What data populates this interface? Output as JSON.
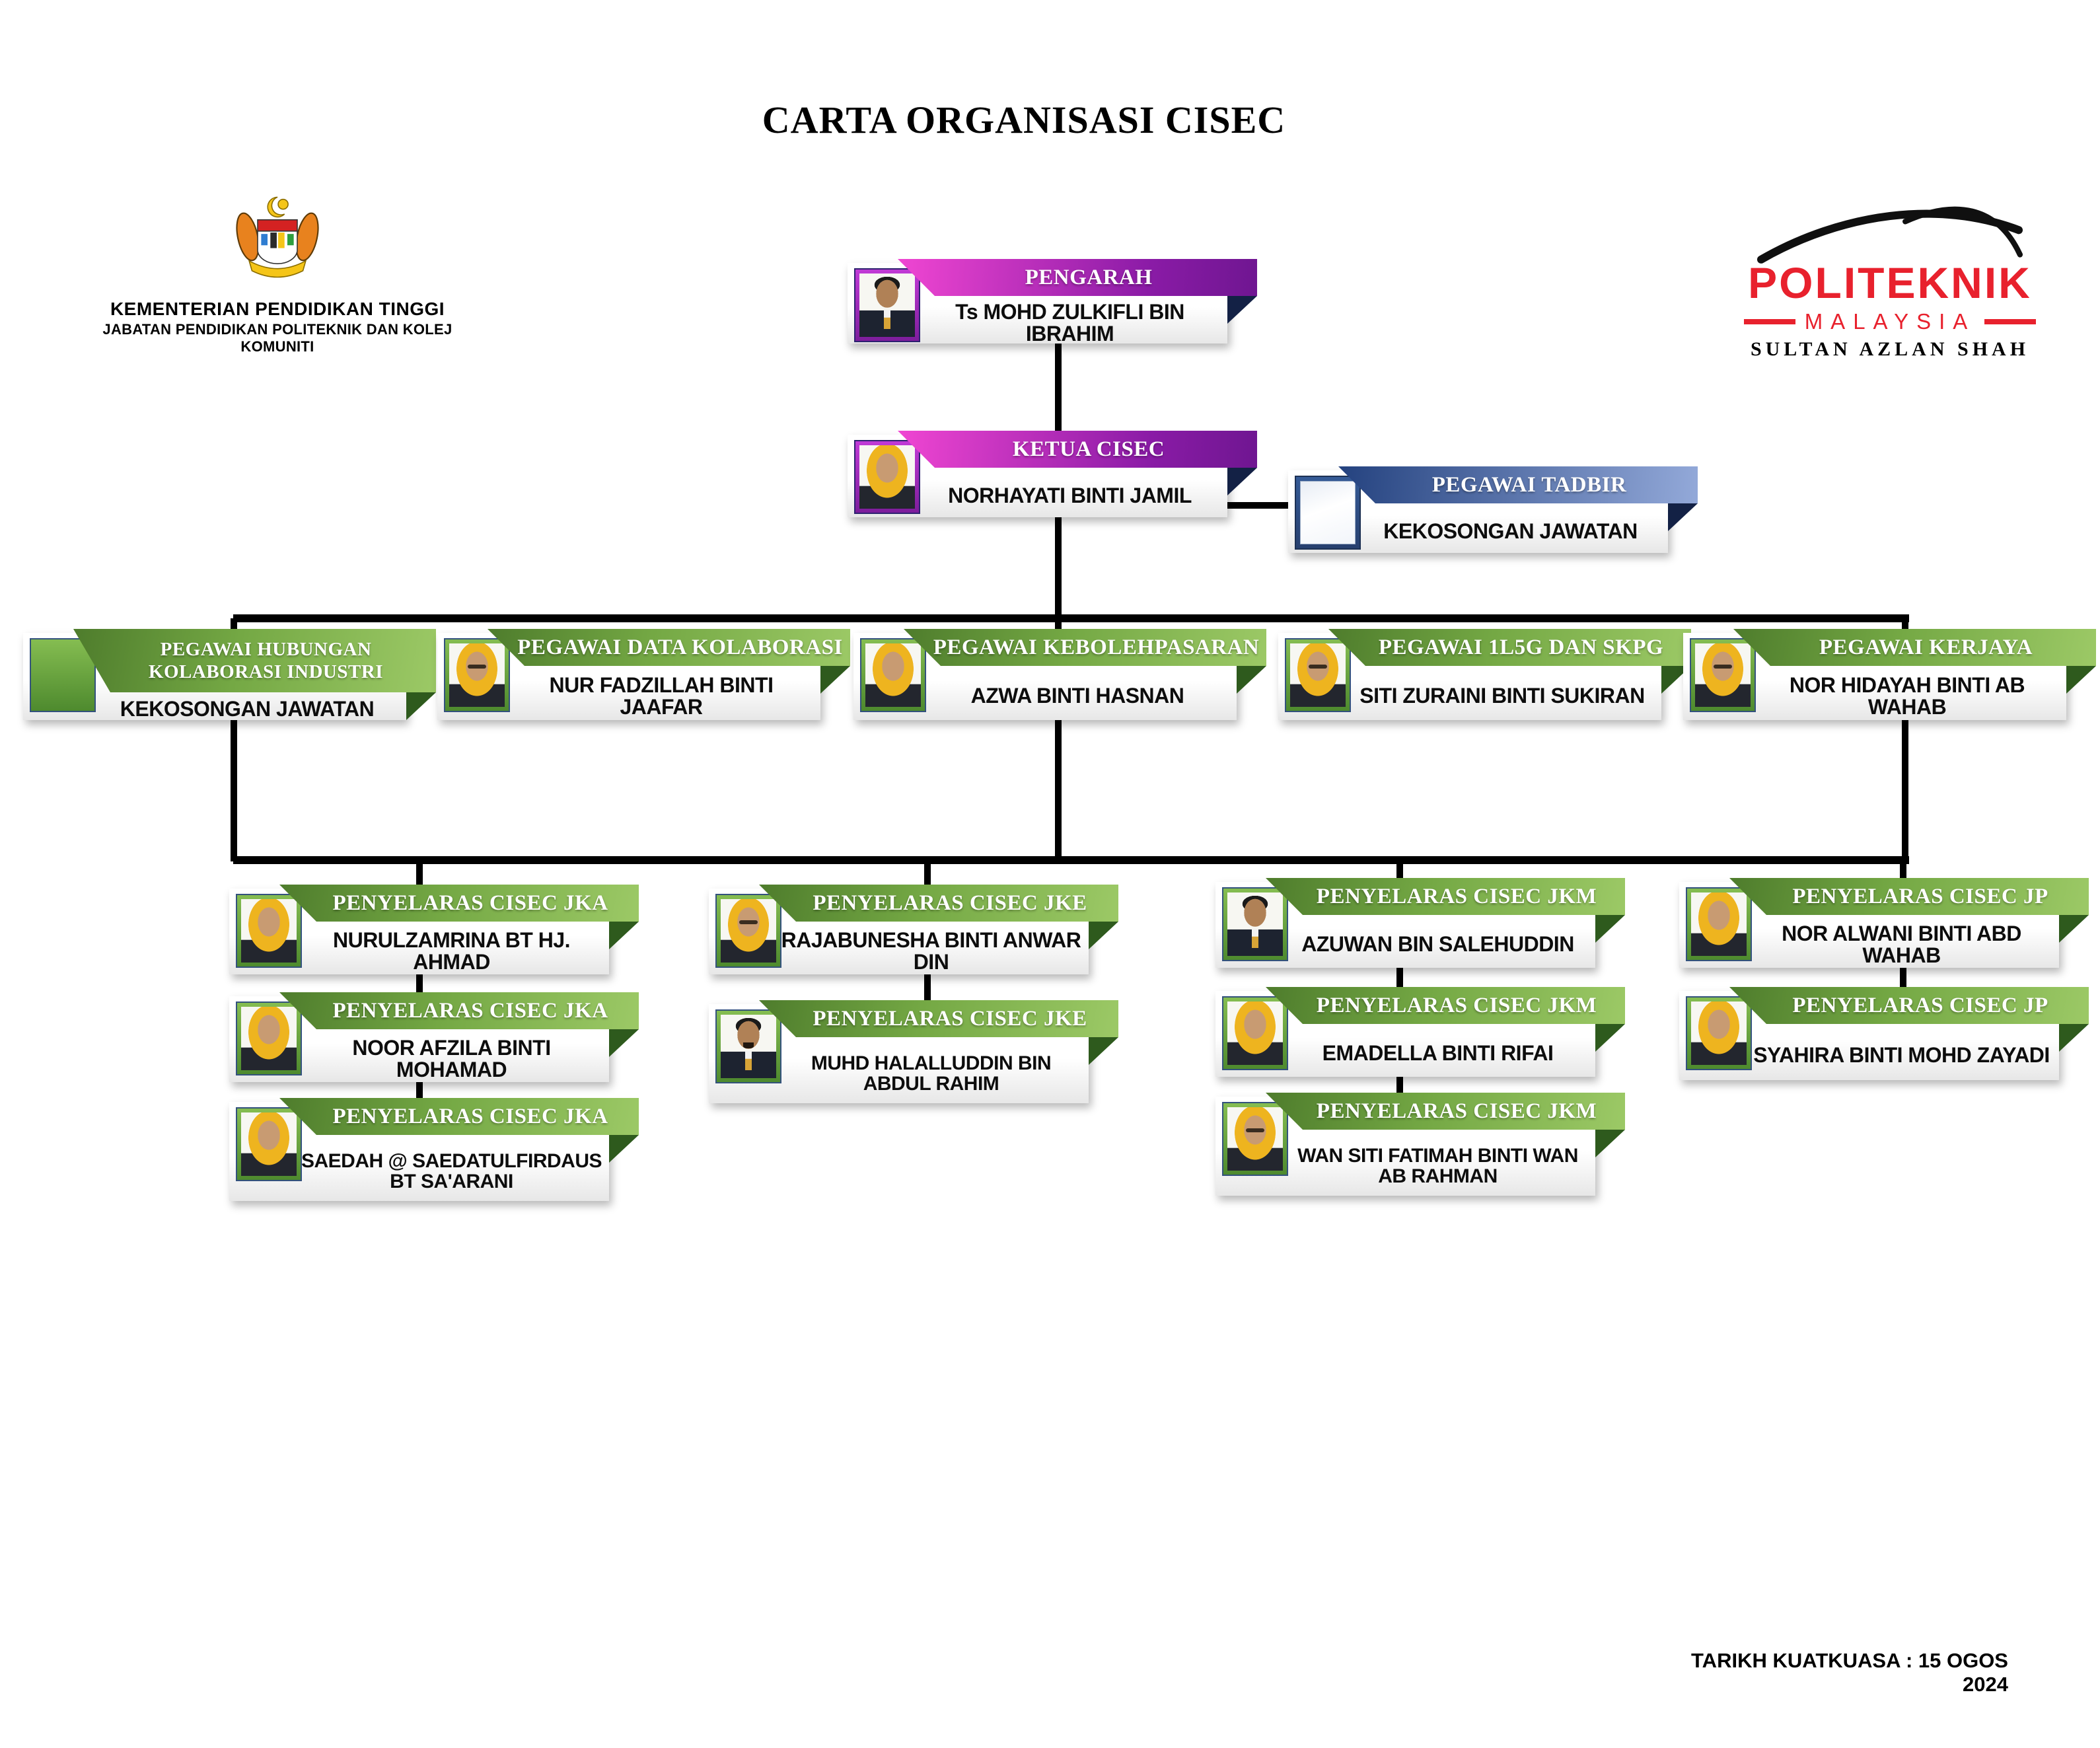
{
  "page_title": "CARTA ORGANISASI CISEC",
  "header": {
    "ministry": {
      "logo": "malaysia-coat-of-arms",
      "line1": "KEMENTERIAN PENDIDIKAN TINGGI",
      "line2": "JABATAN PENDIDIKAN POLITEKNIK DAN KOLEJ KOMUNITI"
    },
    "polytechnic": {
      "logo": "politeknik-swoosh",
      "name": "POLITEKNIK",
      "country": "MALAYSIA",
      "campus": "SULTAN AZLAN SHAH"
    }
  },
  "footer": {
    "effective_date_label": "TARIKH KUATKUASA : 15 OGOS 2024"
  },
  "colors": {
    "banner_green": "#6aa33c",
    "banner_green_fold": "#2e5a1d",
    "banner_magenta": "#d433c0",
    "banner_blue": "#4a6cae",
    "fold_navy": "#132145",
    "connector": "#000000",
    "logo_red": "#e8212d"
  },
  "nodes": [
    {
      "title": "PENGARAH",
      "name": "Ts MOHD ZULKIFLI BIN IBRAHIM",
      "theme": "magenta",
      "photo": "man-suit"
    },
    {
      "title": "KETUA CISEC",
      "name": "NORHAYATI BINTI JAMIL",
      "theme": "magenta",
      "photo": "woman-hijab"
    },
    {
      "title": "PEGAWAI TADBIR",
      "name": "KEKOSONGAN JAWATAN",
      "theme": "blue",
      "photo": "vacant-white"
    },
    {
      "title": "PEGAWAI HUBUNGAN KOLABORASI INDUSTRI",
      "name": "KEKOSONGAN JAWATAN",
      "theme": "green",
      "photo": "vacant-green"
    },
    {
      "title": "PEGAWAI DATA KOLABORASI",
      "name": "NUR FADZILLAH BINTI JAAFAR",
      "theme": "green",
      "photo": "woman-hijab-glasses"
    },
    {
      "title": "PEGAWAI KEBOLEHPASARAN",
      "name": "AZWA BINTI HASNAN",
      "theme": "green",
      "photo": "woman-hijab"
    },
    {
      "title": "PEGAWAI 1L5G DAN SKPG",
      "name": "SITI ZURAINI BINTI SUKIRAN",
      "theme": "green",
      "photo": "woman-hijab-glasses"
    },
    {
      "title": "PEGAWAI KERJAYA",
      "name": "NOR HIDAYAH BINTI AB WAHAB",
      "theme": "green",
      "photo": "woman-hijab-glasses"
    },
    {
      "title": "PENYELARAS CISEC JKA",
      "name": "NURULZAMRINA BT HJ. AHMAD",
      "theme": "green",
      "photo": "woman-hijab"
    },
    {
      "title": "PENYELARAS CISEC JKA",
      "name": "NOOR AFZILA BINTI MOHAMAD",
      "theme": "green",
      "photo": "woman-hijab"
    },
    {
      "title": "PENYELARAS CISEC JKA",
      "name": "SAEDAH @ SAEDATULFIRDAUS BT SA'ARANI",
      "theme": "green",
      "photo": "woman-hijab"
    },
    {
      "title": "PENYELARAS CISEC JKE",
      "name": "RAJABUNESHA BINTI ANWAR DIN",
      "theme": "green",
      "photo": "woman-hijab-glasses"
    },
    {
      "title": "PENYELARAS CISEC JKE",
      "name": "MUHD HALALLUDDIN BIN ABDUL RAHIM",
      "theme": "green",
      "photo": "man-suit-beard"
    },
    {
      "title": "PENYELARAS CISEC JKM",
      "name": "AZUWAN BIN SALEHUDDIN",
      "theme": "green",
      "photo": "man-suit"
    },
    {
      "title": "PENYELARAS CISEC JKM",
      "name": "EMADELLA BINTI RIFAI",
      "theme": "green",
      "photo": "woman-hijab"
    },
    {
      "title": "PENYELARAS CISEC JKM",
      "name": "WAN SITI FATIMAH BINTI WAN AB RAHMAN",
      "theme": "green",
      "photo": "woman-hijab-glasses"
    },
    {
      "title": "PENYELARAS CISEC JP",
      "name": "NOR ALWANI BINTI ABD WAHAB",
      "theme": "green",
      "photo": "woman-hijab"
    },
    {
      "title": "PENYELARAS CISEC JP",
      "name": "SYAHIRA BINTI MOHD ZAYADI",
      "theme": "green",
      "photo": "woman-hijab"
    }
  ]
}
